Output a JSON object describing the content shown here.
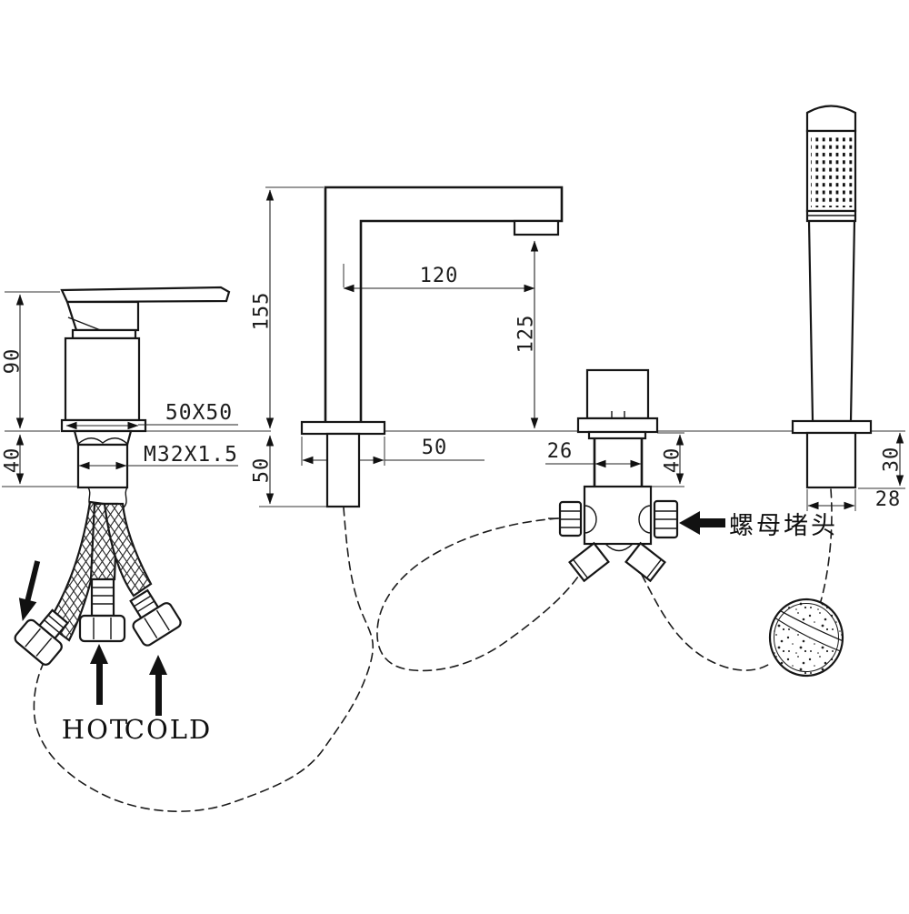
{
  "labels": {
    "hot": "HOT",
    "cold": "COLD",
    "nut_plug": "螺母堵头"
  },
  "dimensions": {
    "mixer": {
      "height": "90",
      "shank_height": "40",
      "base": "50X50",
      "thread": "M32X1.5"
    },
    "spout": {
      "height": "155",
      "reach": "120",
      "outlet_height": "125",
      "shank_height": "50",
      "base_width": "50"
    },
    "diverter": {
      "neck_width": "26",
      "shank_height": "40"
    },
    "handshower": {
      "shank_height": "30",
      "shank_width": "28"
    }
  },
  "colors": {
    "line": "#161616",
    "background": "#ffffff"
  }
}
